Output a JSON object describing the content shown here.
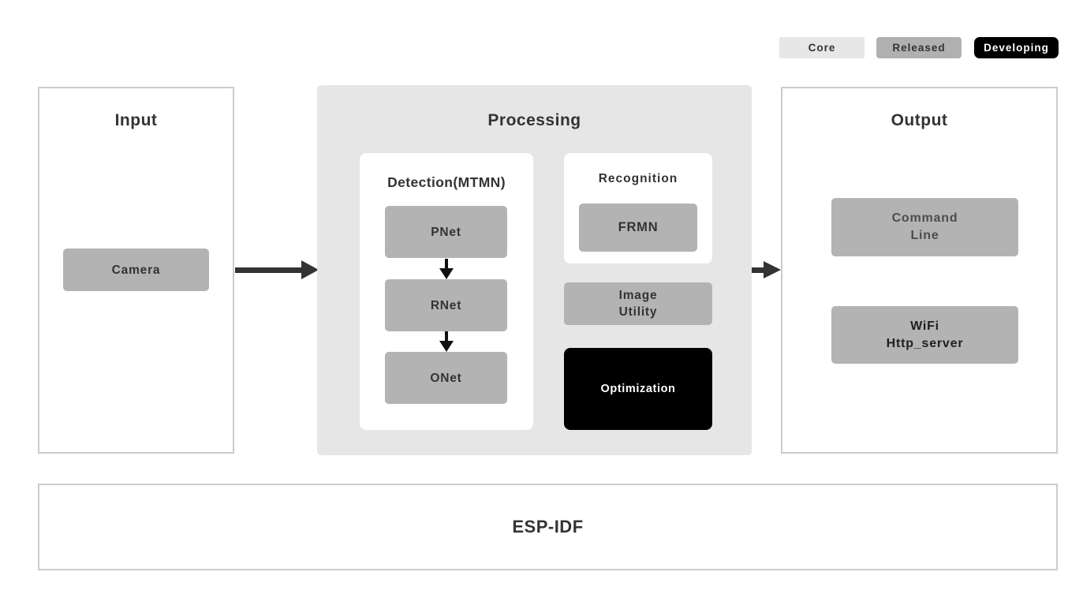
{
  "colors": {
    "page_bg": "#ffffff",
    "panel_border": "#cccccc",
    "processing_bg": "#e6e6e6",
    "node_gray": "#b3b3b3",
    "node_black": "#000000",
    "text_dark": "#333333",
    "text_light": "#ffffff",
    "arrow": "#333333"
  },
  "legend": {
    "items": [
      {
        "label": "Core",
        "bg": "#e7e7e7",
        "fg": "#333333"
      },
      {
        "label": "Released",
        "bg": "#b0b0b0",
        "fg": "#333333"
      },
      {
        "label": "Developing",
        "bg": "#000000",
        "fg": "#ffffff"
      }
    ]
  },
  "input": {
    "title": "Input",
    "camera_label": "Camera"
  },
  "processing": {
    "title": "Processing",
    "detection": {
      "title": "Detection(MTMN)",
      "nodes": [
        {
          "label": "PNet"
        },
        {
          "label": "RNet"
        },
        {
          "label": "ONet"
        }
      ]
    },
    "recognition": {
      "title": "Recognition",
      "frmn_label": "FRMN"
    },
    "image_utility": {
      "line1": "Image",
      "line2": "Utility"
    },
    "optimization": {
      "label": "Optimization"
    }
  },
  "output": {
    "title": "Output",
    "command_line": {
      "line1": "Command",
      "line2": "Line",
      "fg": "#4d4d4d"
    },
    "wifi": {
      "line1": "WiFi",
      "line2": "Http_server",
      "fg": "#1f1f1f"
    }
  },
  "foundation": {
    "title": "ESP-IDF"
  }
}
